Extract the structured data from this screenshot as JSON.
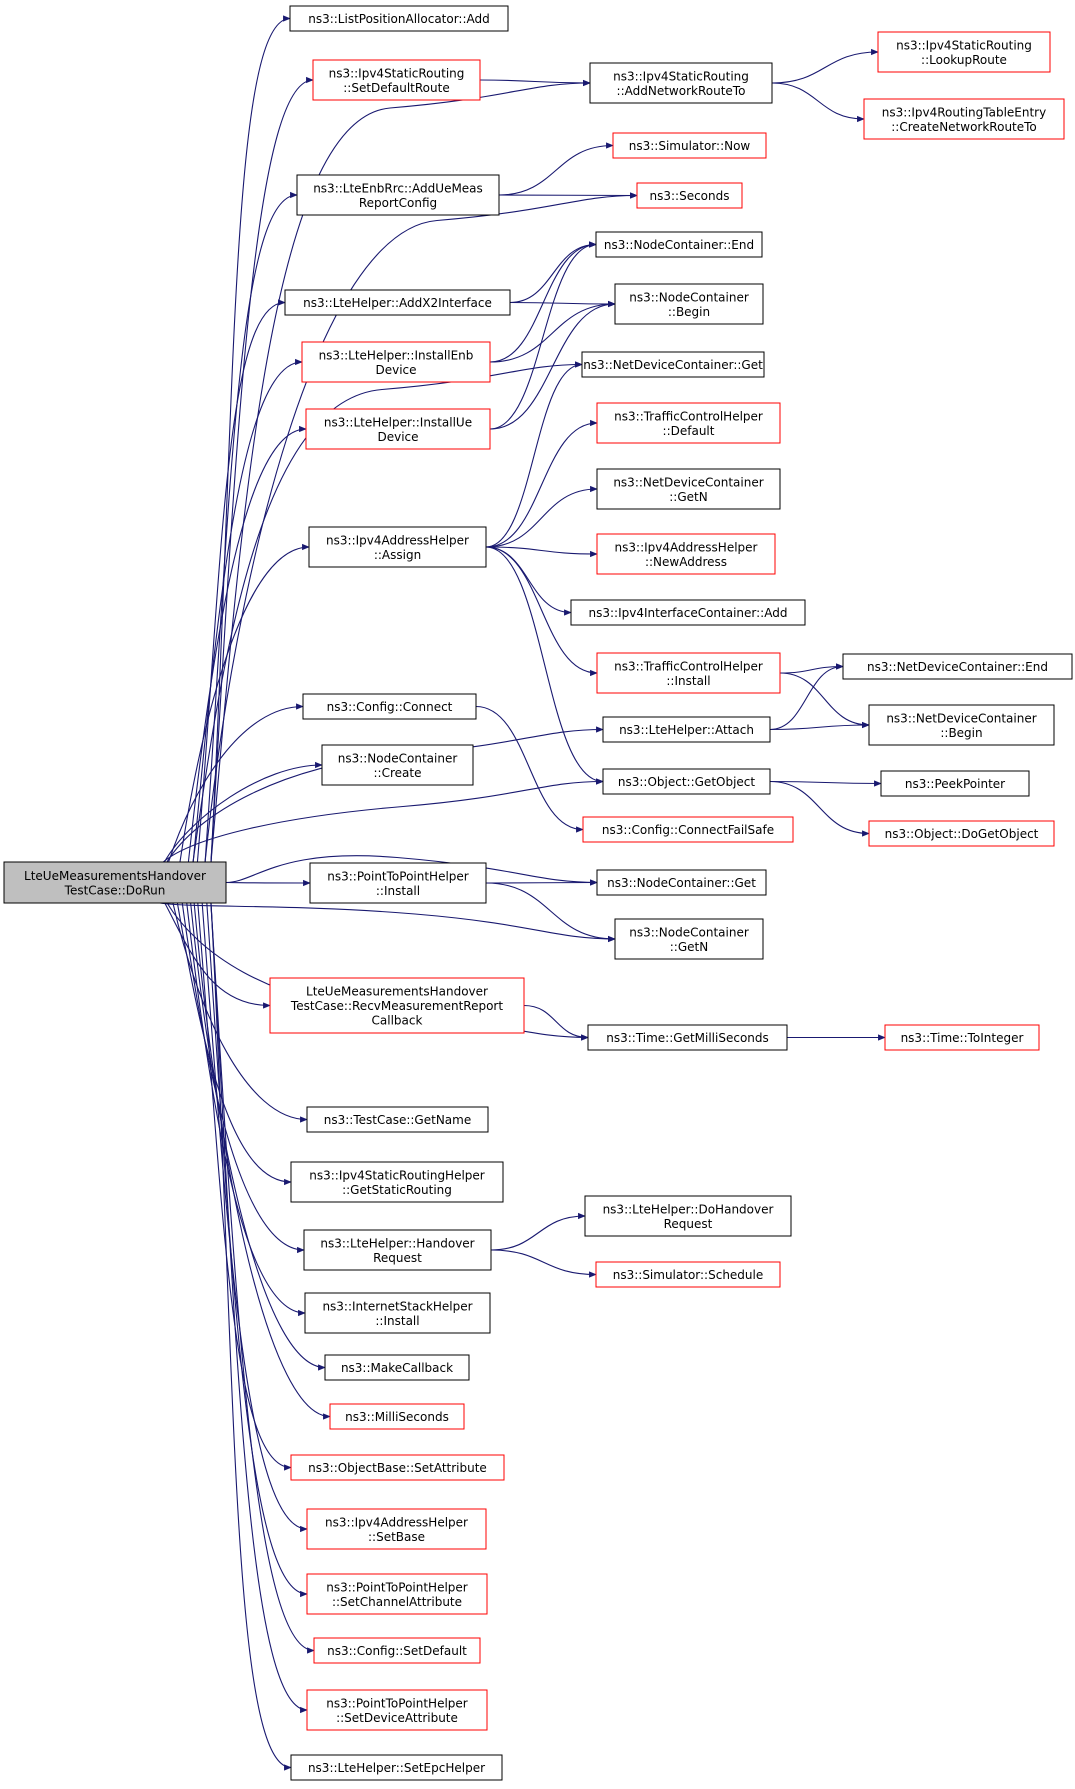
{
  "colors": {
    "edge": "#191970",
    "border_normal": "#000000",
    "border_undocumented": "#ff0000",
    "root_fill": "#bfbfbf",
    "node_fill": "#ffffff"
  },
  "nodes": [
    {
      "id": "root",
      "lines": [
        "LteUeMeasurementsHandover",
        "TestCase::DoRun"
      ],
      "style": "root"
    },
    {
      "id": "listpos_add",
      "lines": [
        "ns3::ListPositionAllocator::Add"
      ],
      "style": "normal"
    },
    {
      "id": "setdefaultroute",
      "lines": [
        "ns3::Ipv4StaticRouting",
        "::SetDefaultRoute"
      ],
      "style": "red"
    },
    {
      "id": "addnetworkrouteto",
      "lines": [
        "ns3::Ipv4StaticRouting",
        "::AddNetworkRouteTo"
      ],
      "style": "normal"
    },
    {
      "id": "lookuproute",
      "lines": [
        "ns3::Ipv4StaticRouting",
        "::LookupRoute"
      ],
      "style": "red"
    },
    {
      "id": "createnetworkrouteto",
      "lines": [
        "ns3::Ipv4RoutingTableEntry",
        "::CreateNetworkRouteTo"
      ],
      "style": "red"
    },
    {
      "id": "addueconfig",
      "lines": [
        "ns3::LteEnbRrc::AddUeMeas",
        "ReportConfig"
      ],
      "style": "normal"
    },
    {
      "id": "sim_now",
      "lines": [
        "ns3::Simulator::Now"
      ],
      "style": "red"
    },
    {
      "id": "seconds",
      "lines": [
        "ns3::Seconds"
      ],
      "style": "red"
    },
    {
      "id": "addx2",
      "lines": [
        "ns3::LteHelper::AddX2Interface"
      ],
      "style": "normal"
    },
    {
      "id": "nc_end",
      "lines": [
        "ns3::NodeContainer::End"
      ],
      "style": "normal"
    },
    {
      "id": "nc_begin",
      "lines": [
        "ns3::NodeContainer",
        "::Begin"
      ],
      "style": "normal"
    },
    {
      "id": "installenb",
      "lines": [
        "ns3::LteHelper::InstallEnb",
        "Device"
      ],
      "style": "red"
    },
    {
      "id": "installue",
      "lines": [
        "ns3::LteHelper::InstallUe",
        "Device"
      ],
      "style": "red"
    },
    {
      "id": "ndc_get",
      "lines": [
        "ns3::NetDeviceContainer::Get"
      ],
      "style": "normal"
    },
    {
      "id": "tch_default",
      "lines": [
        "ns3::TrafficControlHelper",
        "::Default"
      ],
      "style": "red"
    },
    {
      "id": "ndc_getn",
      "lines": [
        "ns3::NetDeviceContainer",
        "::GetN"
      ],
      "style": "normal"
    },
    {
      "id": "assign",
      "lines": [
        "ns3::Ipv4AddressHelper",
        "::Assign"
      ],
      "style": "normal"
    },
    {
      "id": "newaddress",
      "lines": [
        "ns3::Ipv4AddressHelper",
        "::NewAddress"
      ],
      "style": "red"
    },
    {
      "id": "iic_add",
      "lines": [
        "ns3::Ipv4InterfaceContainer::Add"
      ],
      "style": "normal"
    },
    {
      "id": "tch_install",
      "lines": [
        "ns3::TrafficControlHelper",
        "::Install"
      ],
      "style": "red"
    },
    {
      "id": "ndc_end",
      "lines": [
        "ns3::NetDeviceContainer::End"
      ],
      "style": "normal"
    },
    {
      "id": "ndc_begin",
      "lines": [
        "ns3::NetDeviceContainer",
        "::Begin"
      ],
      "style": "normal"
    },
    {
      "id": "config_connect",
      "lines": [
        "ns3::Config::Connect"
      ],
      "style": "normal"
    },
    {
      "id": "lte_attach",
      "lines": [
        "ns3::LteHelper::Attach"
      ],
      "style": "normal"
    },
    {
      "id": "nc_create",
      "lines": [
        "ns3::NodeContainer",
        "::Create"
      ],
      "style": "normal"
    },
    {
      "id": "getobject",
      "lines": [
        "ns3::Object::GetObject"
      ],
      "style": "normal"
    },
    {
      "id": "peekpointer",
      "lines": [
        "ns3::PeekPointer"
      ],
      "style": "normal"
    },
    {
      "id": "connectfailsafe",
      "lines": [
        "ns3::Config::ConnectFailSafe"
      ],
      "style": "red"
    },
    {
      "id": "dogetobject",
      "lines": [
        "ns3::Object::DoGetObject"
      ],
      "style": "red"
    },
    {
      "id": "p2p_install",
      "lines": [
        "ns3::PointToPointHelper",
        "::Install"
      ],
      "style": "normal"
    },
    {
      "id": "nc_get",
      "lines": [
        "ns3::NodeContainer::Get"
      ],
      "style": "normal"
    },
    {
      "id": "nc_getn",
      "lines": [
        "ns3::NodeContainer",
        "::GetN"
      ],
      "style": "normal"
    },
    {
      "id": "recvcb",
      "lines": [
        "LteUeMeasurementsHandover",
        "TestCase::RecvMeasurementReport",
        "Callback"
      ],
      "style": "red"
    },
    {
      "id": "getms",
      "lines": [
        "ns3::Time::GetMilliSeconds"
      ],
      "style": "normal"
    },
    {
      "id": "tointeger",
      "lines": [
        "ns3::Time::ToInteger"
      ],
      "style": "red"
    },
    {
      "id": "getname",
      "lines": [
        "ns3::TestCase::GetName"
      ],
      "style": "normal"
    },
    {
      "id": "getstaticrouting",
      "lines": [
        "ns3::Ipv4StaticRoutingHelper",
        "::GetStaticRouting"
      ],
      "style": "normal"
    },
    {
      "id": "handoverreq",
      "lines": [
        "ns3::LteHelper::Handover",
        "Request"
      ],
      "style": "normal"
    },
    {
      "id": "dohandover",
      "lines": [
        "ns3::LteHelper::DoHandover",
        "Request"
      ],
      "style": "normal"
    },
    {
      "id": "schedule",
      "lines": [
        "ns3::Simulator::Schedule"
      ],
      "style": "red"
    },
    {
      "id": "ish_install",
      "lines": [
        "ns3::InternetStackHelper",
        "::Install"
      ],
      "style": "normal"
    },
    {
      "id": "makecallback",
      "lines": [
        "ns3::MakeCallback"
      ],
      "style": "normal"
    },
    {
      "id": "milliseconds",
      "lines": [
        "ns3::MilliSeconds"
      ],
      "style": "red"
    },
    {
      "id": "setattribute",
      "lines": [
        "ns3::ObjectBase::SetAttribute"
      ],
      "style": "red"
    },
    {
      "id": "setbase",
      "lines": [
        "ns3::Ipv4AddressHelper",
        "::SetBase"
      ],
      "style": "red"
    },
    {
      "id": "setchannelattr",
      "lines": [
        "ns3::PointToPointHelper",
        "::SetChannelAttribute"
      ],
      "style": "red"
    },
    {
      "id": "setdefault",
      "lines": [
        "ns3::Config::SetDefault"
      ],
      "style": "red"
    },
    {
      "id": "setdeviceattr",
      "lines": [
        "ns3::PointToPointHelper",
        "::SetDeviceAttribute"
      ],
      "style": "red"
    },
    {
      "id": "setepchelper",
      "lines": [
        "ns3::LteHelper::SetEpcHelper"
      ],
      "style": "normal"
    }
  ],
  "edges": [
    [
      "root",
      "listpos_add"
    ],
    [
      "root",
      "setdefaultroute"
    ],
    [
      "root",
      "addnetworkrouteto"
    ],
    [
      "root",
      "addueconfig"
    ],
    [
      "root",
      "seconds"
    ],
    [
      "root",
      "addx2"
    ],
    [
      "root",
      "installenb"
    ],
    [
      "root",
      "installue"
    ],
    [
      "root",
      "ndc_get"
    ],
    [
      "root",
      "assign"
    ],
    [
      "root",
      "lte_attach"
    ],
    [
      "root",
      "getobject"
    ],
    [
      "root",
      "config_connect"
    ],
    [
      "root",
      "nc_create"
    ],
    [
      "root",
      "nc_get"
    ],
    [
      "root",
      "p2p_install"
    ],
    [
      "root",
      "nc_getn"
    ],
    [
      "root",
      "recvcb"
    ],
    [
      "root",
      "getms"
    ],
    [
      "root",
      "getname"
    ],
    [
      "root",
      "getstaticrouting"
    ],
    [
      "root",
      "handoverreq"
    ],
    [
      "root",
      "ish_install"
    ],
    [
      "root",
      "makecallback"
    ],
    [
      "root",
      "milliseconds"
    ],
    [
      "root",
      "setattribute"
    ],
    [
      "root",
      "setbase"
    ],
    [
      "root",
      "setchannelattr"
    ],
    [
      "root",
      "setdefault"
    ],
    [
      "root",
      "setdeviceattr"
    ],
    [
      "root",
      "setepchelper"
    ],
    [
      "setdefaultroute",
      "addnetworkrouteto"
    ],
    [
      "addnetworkrouteto",
      "lookuproute"
    ],
    [
      "addnetworkrouteto",
      "createnetworkrouteto"
    ],
    [
      "addueconfig",
      "sim_now"
    ],
    [
      "addueconfig",
      "seconds"
    ],
    [
      "addx2",
      "nc_end"
    ],
    [
      "addx2",
      "nc_begin"
    ],
    [
      "installenb",
      "nc_end"
    ],
    [
      "installenb",
      "nc_begin"
    ],
    [
      "installue",
      "nc_end"
    ],
    [
      "installue",
      "nc_begin"
    ],
    [
      "assign",
      "ndc_get"
    ],
    [
      "assign",
      "tch_default"
    ],
    [
      "assign",
      "ndc_getn"
    ],
    [
      "assign",
      "newaddress"
    ],
    [
      "assign",
      "iic_add"
    ],
    [
      "assign",
      "tch_install"
    ],
    [
      "assign",
      "getobject"
    ],
    [
      "tch_install",
      "ndc_end"
    ],
    [
      "tch_install",
      "ndc_begin"
    ],
    [
      "lte_attach",
      "ndc_end"
    ],
    [
      "lte_attach",
      "ndc_begin"
    ],
    [
      "config_connect",
      "connectfailsafe"
    ],
    [
      "getobject",
      "peekpointer"
    ],
    [
      "getobject",
      "dogetobject"
    ],
    [
      "p2p_install",
      "nc_get"
    ],
    [
      "p2p_install",
      "nc_getn"
    ],
    [
      "recvcb",
      "getms"
    ],
    [
      "getms",
      "tointeger"
    ],
    [
      "handoverreq",
      "dohandover"
    ],
    [
      "handoverreq",
      "schedule"
    ]
  ]
}
